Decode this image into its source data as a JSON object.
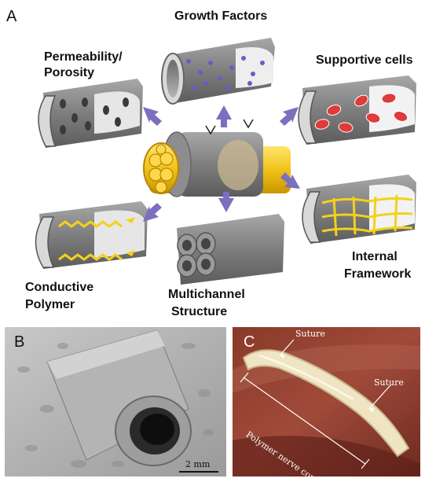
{
  "panel_a": {
    "letter": "A",
    "labels": {
      "growth_factors": "Growth Factors",
      "permeability": "Permeability/",
      "porosity": "Porosity",
      "supportive_cells": "Supportive cells",
      "internal": "Internal",
      "framework": "Framework",
      "conductive": "Conductive",
      "polymer": "Polymer",
      "multichannel": "Multichannel",
      "structure": "Structure"
    }
  },
  "panel_b": {
    "letter": "B",
    "scale_bar": "2 mm"
  },
  "panel_c": {
    "letter": "C",
    "suture_top": "Suture",
    "suture_right": "Suture",
    "conduit_label": "Polymer nerve conduit"
  },
  "colors": {
    "tube_gray": "#8a8a8a",
    "tube_dark": "#5a5a5a",
    "arrow_purple": "#7b6fc0",
    "nerve_yellow": "#f2c21a",
    "cell_red": "#e03a3a",
    "dot_purple": "#6a5acd"
  }
}
